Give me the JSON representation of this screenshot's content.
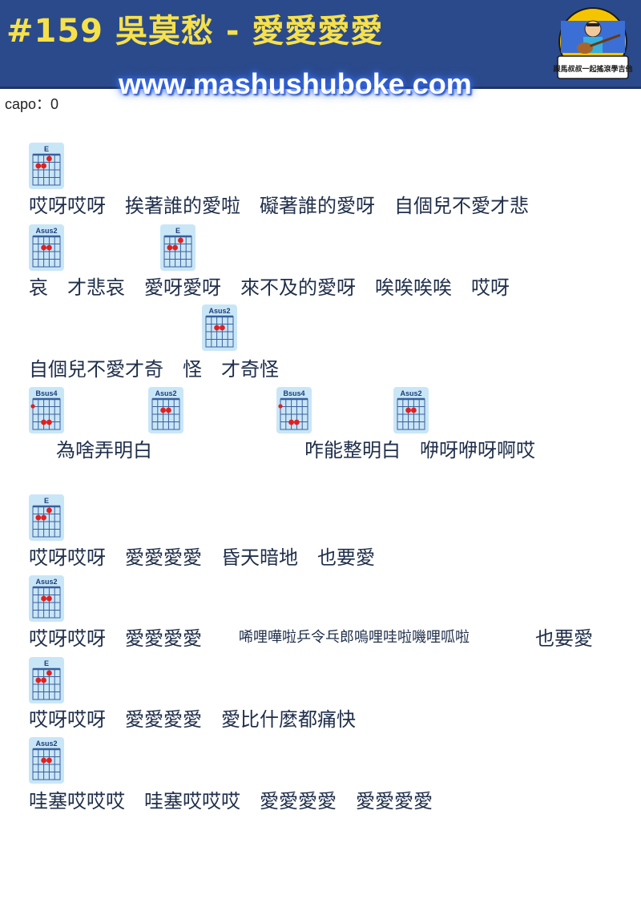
{
  "header": {
    "title": "#159 吳莫愁 - 愛愛愛愛",
    "site": "www.mashushuboke.com",
    "logo_text": "跟馬叔叔一起搖滾學吉他"
  },
  "capo": "capo：0",
  "colors": {
    "header_bg": "#2b4a8c",
    "title": "#f7e14a",
    "chord_box": "#c9e6f7",
    "dot": "#e02020"
  },
  "chords": {
    "c1": "E",
    "c2": "Asus2",
    "c3": "E",
    "c4": "Asus2",
    "c5": "Bsus4",
    "c6": "Asus2",
    "c7": "Bsus4",
    "c8": "Asus2",
    "c9": "E",
    "c10": "Asus2",
    "c11": "E",
    "c12": "Asus2"
  },
  "lines": {
    "l1": "哎呀哎呀　挨著誰的愛啦　礙著誰的愛呀　自個兒不愛才悲",
    "l2": "哀　才悲哀　愛呀愛呀　來不及的愛呀　唉唉唉唉　哎呀",
    "l3": "自個兒不愛才奇　怪　才奇怪",
    "l4a": "為啥弄明白",
    "l4b": "咋能整明白　咿呀咿呀啊哎",
    "l5": "哎呀哎呀　愛愛愛愛　昏天暗地　也要愛",
    "l6a": "哎呀哎呀　愛愛愛愛",
    "l6b": "唏哩嘩啦乒令乓郎嗚哩哇啦嘰哩呱啦",
    "l6c": "也要愛",
    "l7": "哎呀哎呀　愛愛愛愛　愛比什麼都痛快",
    "l8": "哇塞哎哎哎　哇塞哎哎哎　愛愛愛愛　愛愛愛愛"
  }
}
